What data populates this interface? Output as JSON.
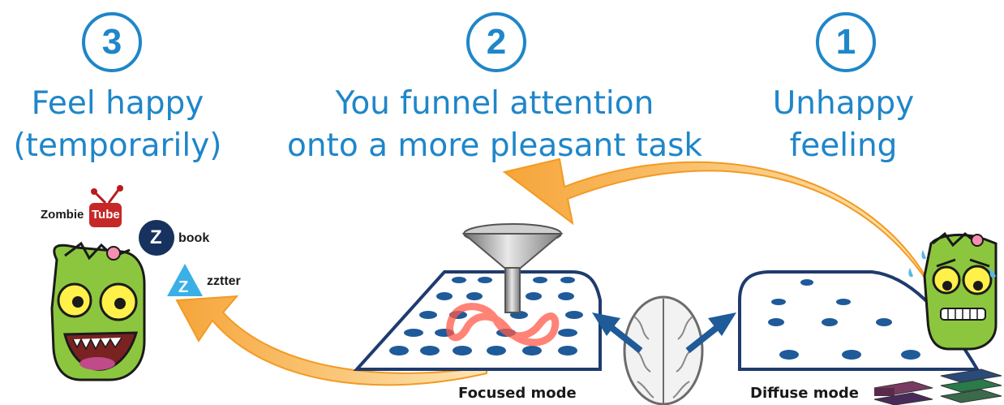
{
  "steps": [
    {
      "number": "3",
      "text_line1": "Feel happy",
      "text_line2": "(temporarily)"
    },
    {
      "number": "2",
      "text_line1": "You funnel attention",
      "text_line2": "onto a more pleasant task"
    },
    {
      "number": "1",
      "text_line1": "Unhappy",
      "text_line2": "feeling"
    }
  ],
  "modes": {
    "focused": "Focused mode",
    "diffuse": "Diffuse mode"
  },
  "apps": {
    "zombie_tube": {
      "word1": "Zombie",
      "word2": "Tube"
    },
    "zbook": {
      "letter": "Z",
      "word": "book"
    },
    "zztter": {
      "letter": "Z",
      "word": "zztter"
    }
  },
  "colors": {
    "accent": "#1f86c9",
    "arrow": "#f7b24a",
    "zombie": "#8cc63e",
    "pinball_dot": "#1f5a99"
  },
  "icons": [
    "funnel-icon",
    "brain-icon",
    "zombie-face-icon",
    "books-icon"
  ]
}
